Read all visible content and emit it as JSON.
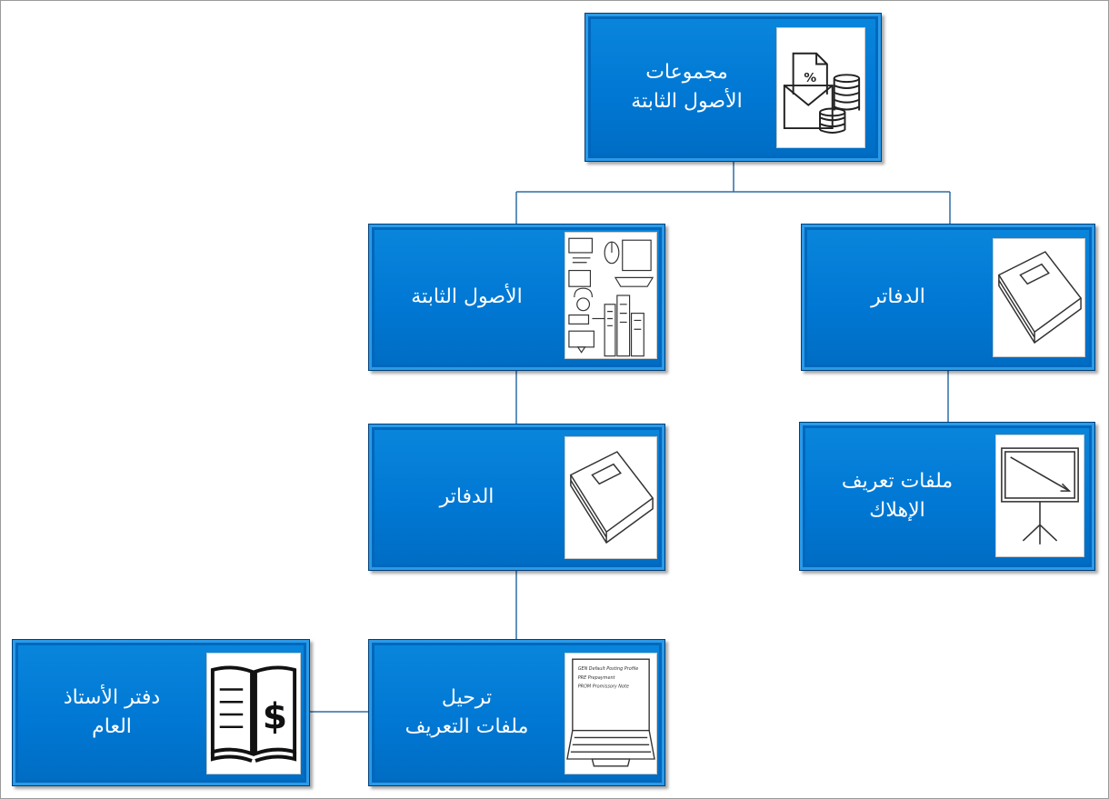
{
  "nodes": {
    "root": {
      "line1": "مجموعات",
      "line2": "الأصول الثابتة",
      "icon": "invoice-coins-icon"
    },
    "fixed_assets": {
      "line1": "الأصول الثابتة",
      "icon": "assets-collage-icon"
    },
    "books_right": {
      "line1": "الدفاتر",
      "icon": "book-icon"
    },
    "books_middle": {
      "line1": "الدفاتر",
      "icon": "book-icon"
    },
    "depreciation_profiles": {
      "line1": "ملفات تعريف",
      "line2": "الإهلاك",
      "icon": "chart-easel-icon"
    },
    "posting_profiles": {
      "line1": "ترحيل",
      "line2": "ملفات التعريف",
      "icon": "laptop-list-icon"
    },
    "general_ledger": {
      "line1": "دفتر الأستاذ",
      "line2": "العام",
      "icon": "ledger-dollar-icon"
    }
  },
  "posting_list": [
    "GEN  Default Posting Profile",
    "PRE  Prepayment",
    "PROM Promissory Note"
  ],
  "colors": {
    "box": "#0078d4",
    "connector": "#2e6da4",
    "text": "#ffffff"
  }
}
